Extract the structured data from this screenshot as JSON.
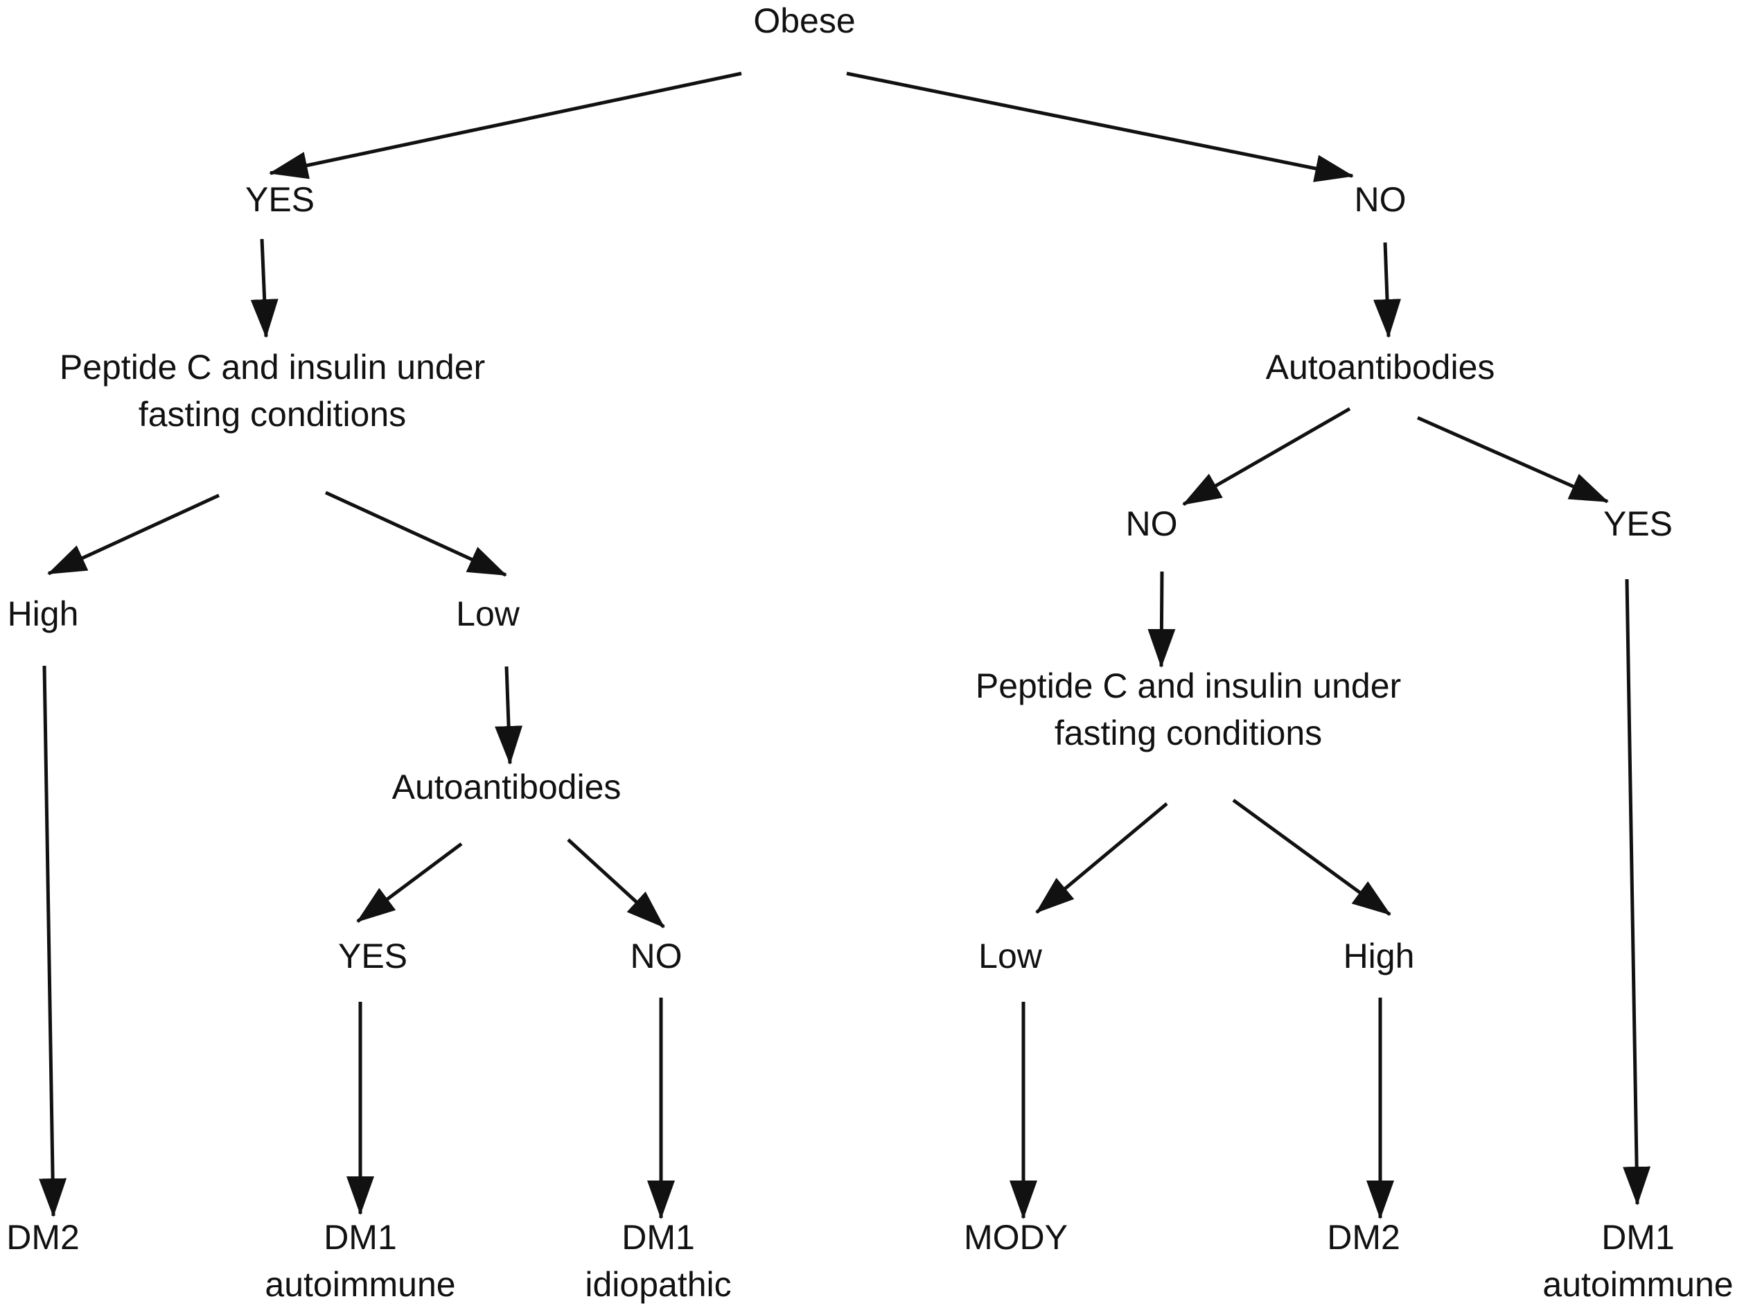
{
  "nodes": {
    "obese": "Obese",
    "l_yes": "YES",
    "r_no": "NO",
    "l_peptide_1": "Peptide C and insulin under",
    "l_peptide_2": "fasting conditions",
    "r_autoantibodies": "Autoantibodies",
    "l_high": "High",
    "l_low": "Low",
    "r_no2": "NO",
    "r_yes2": "YES",
    "l_autoantibodies": "Autoantibodies",
    "r_peptide_1": "Peptide C and insulin under",
    "r_peptide_2": "fasting conditions",
    "l_yes2": "YES",
    "l_no2": "NO",
    "r_low": "Low",
    "r_high": "High",
    "dm2_a": "DM2",
    "dm1_auto_a_1": "DM1",
    "dm1_auto_a_2": "autoimmune",
    "dm1_idio_1": "DM1",
    "dm1_idio_2": "idiopathic",
    "mody": "MODY",
    "dm2_b": "DM2",
    "dm1_auto_b_1": "DM1",
    "dm1_auto_b_2": "autoimmune"
  },
  "colors": {
    "ink": "#111111",
    "background": "#ffffff"
  }
}
